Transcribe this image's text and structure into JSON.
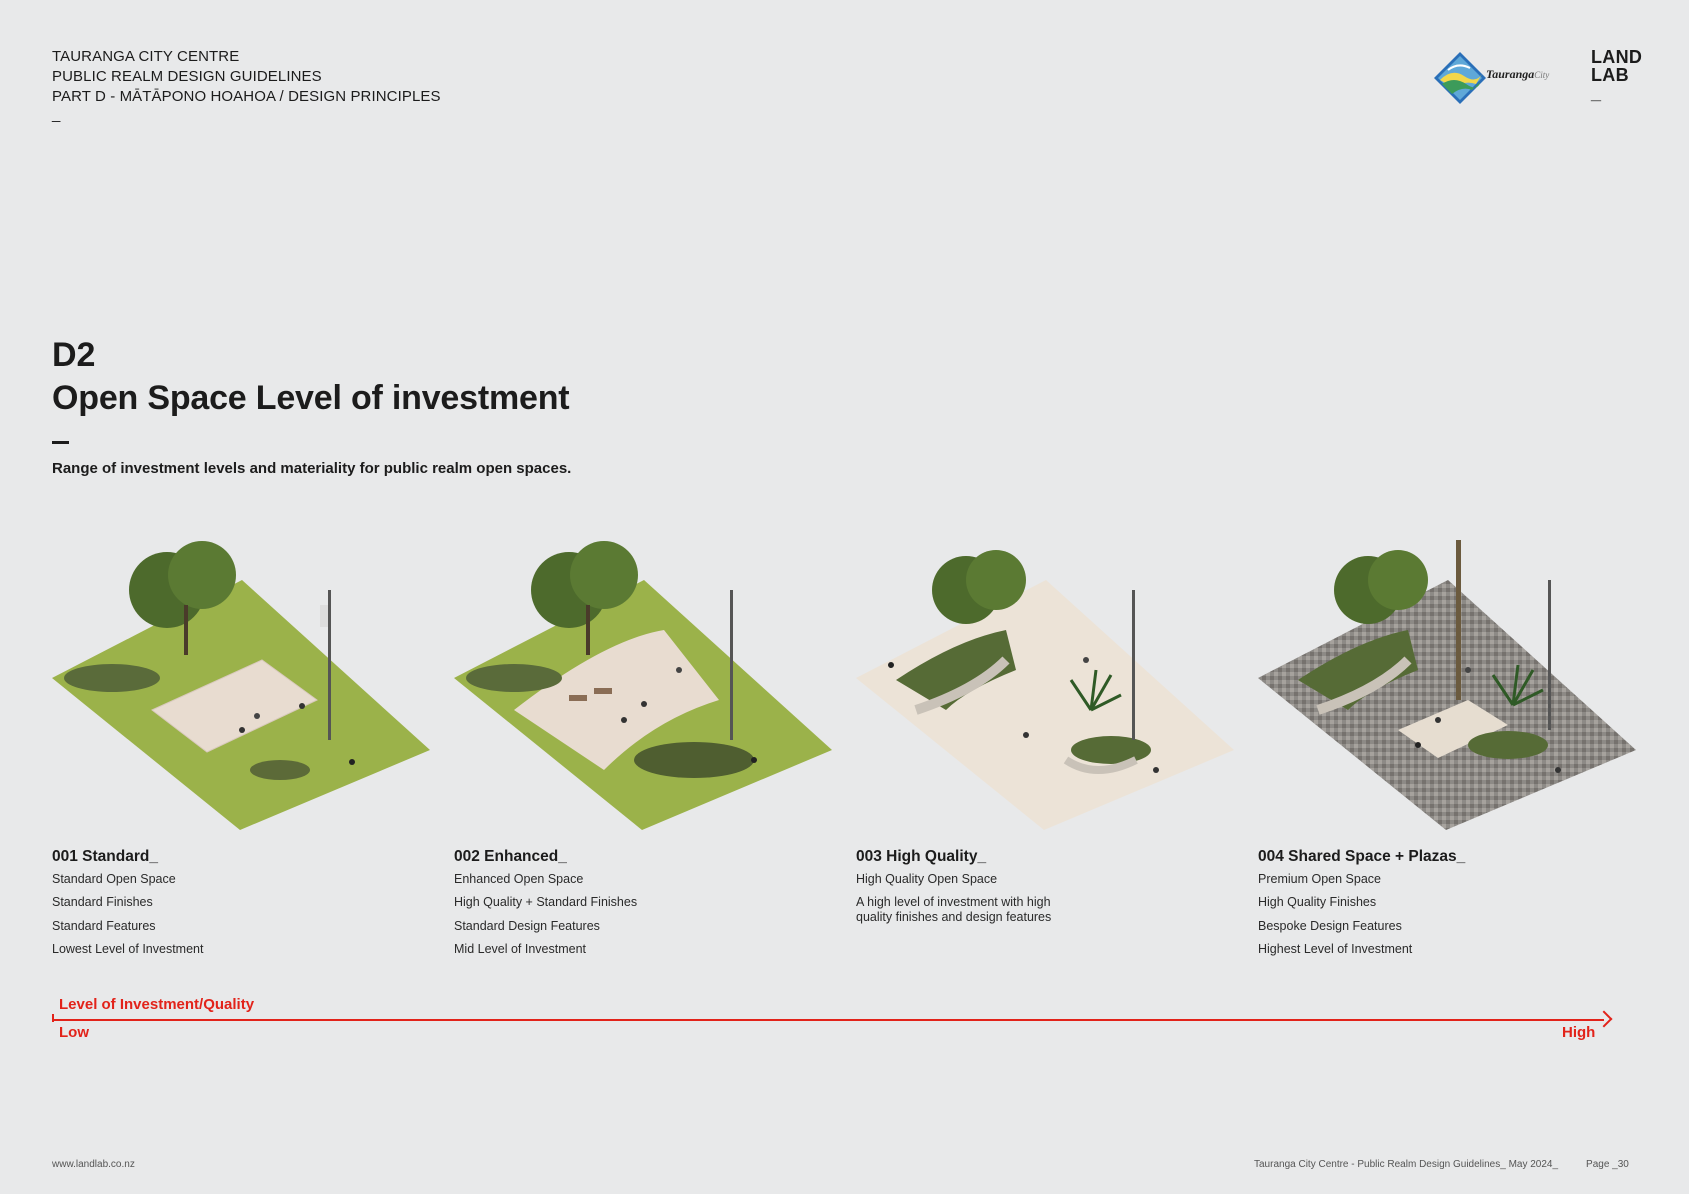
{
  "header": {
    "line1": "TAURANGA CITY CENTRE",
    "line2": "PUBLIC REALM DESIGN GUIDELINES",
    "line3": "PART D - MĀTĀPONO HOAHOA / DESIGN PRINCIPLES",
    "dash": "_"
  },
  "logos": {
    "tauranga_wordmark": "Tauranga",
    "tauranga_suffix": "City",
    "landlab_line1": "LAND",
    "landlab_line2": "LAB",
    "landlab_dash": "_"
  },
  "section": {
    "code": "D2",
    "title": "Open Space Level of investment",
    "subtitle": "Range of investment levels and materiality for public realm open spaces."
  },
  "tiers": [
    {
      "title": "001 Standard_",
      "items": [
        "Standard Open Space",
        "Standard Finishes",
        "Standard Features",
        "Lowest Level of Investment"
      ]
    },
    {
      "title": "002 Enhanced_",
      "items": [
        "Enhanced Open Space",
        "High Quality + Standard Finishes",
        "Standard Design Features",
        "Mid Level of Investment"
      ]
    },
    {
      "title": "003 High Quality_",
      "items": [
        "High Quality Open Space",
        "A high level of investment with high quality finishes and design features"
      ]
    },
    {
      "title": "004 Shared Space + Plazas_",
      "items": [
        "Premium Open Space",
        "High Quality Finishes",
        "Bespoke Design Features",
        "Highest Level of Investment"
      ]
    }
  ],
  "scale": {
    "label": "Level of Investment/Quality",
    "low": "Low",
    "high": "High",
    "color": "#e2231a"
  },
  "footer": {
    "website": "www.landlab.co.nz",
    "document": "Tauranga City Centre - Public Realm Design Guidelines_ May 2024_",
    "page": "Page _30"
  }
}
